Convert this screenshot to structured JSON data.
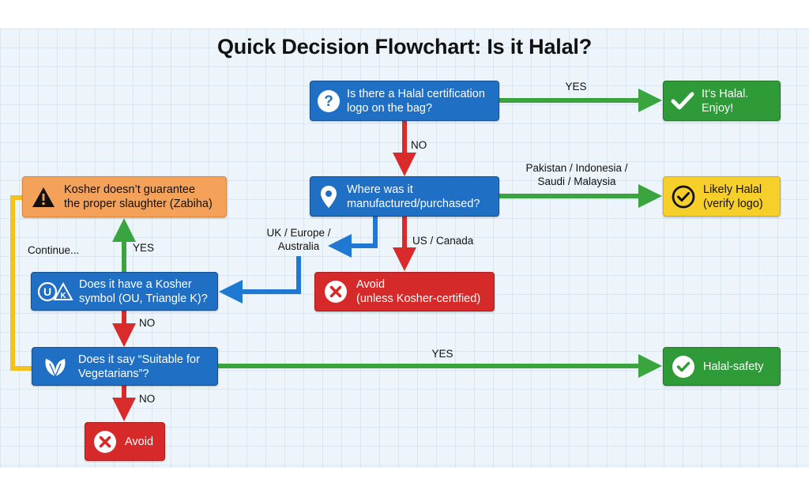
{
  "title": "Quick Decision Flowchart: Is it Halal?",
  "nodes": {
    "q_logo": "Is there a Halal certification\nlogo on the bag?",
    "r_halal": "It’s Halal.\nEnjoy!",
    "q_origin": "Where was it\nmanufactured/purchased?",
    "r_likely": "Likely Halal\n(verify logo)",
    "warn_kosher": "Kosher doesn’t guarantee\nthe proper slaughter (Zabiha)",
    "r_avoid_kosher": "Avoid\n(unless Kosher-certified)",
    "q_kosher": "Does it have a Kosher\nsymbol (OU, Triangle K)?",
    "q_veg": "Does it say “Suitable for\nVegetarians”?",
    "r_safety": "Halal-safety",
    "r_avoid": "Avoid"
  },
  "edge_labels": {
    "logo_yes": "YES",
    "logo_no": "NO",
    "origin_asia": "Pakistan / Indonesia /\nSaudi / Malaysia",
    "origin_uk": "UK / Europe /\nAustralia",
    "origin_us": "US / Canada",
    "kosher_yes": "YES",
    "kosher_no": "NO",
    "continue": "Continue...",
    "veg_yes": "YES",
    "veg_no": "NO"
  },
  "icons": {
    "q_logo": "question-icon",
    "r_halal": "check-icon",
    "q_origin": "location-pin-icon",
    "r_likely": "check-circle-icon",
    "warn_kosher": "warning-icon",
    "r_avoid_kosher": "x-circle-icon",
    "q_kosher": "kosher-symbol-icon",
    "q_veg": "leaf-icon",
    "r_safety": "check-circle-icon",
    "r_avoid": "x-circle-icon"
  },
  "colors": {
    "blue": "#1f6fc4",
    "green": "#2f9a38",
    "red": "#d62a2a",
    "yellow": "#f7cf2b",
    "orange": "#f4a25a",
    "arrow_green": "#3aa43f",
    "arrow_red": "#d92b2b",
    "arrow_blue": "#1f78d1",
    "arrow_yellow": "#f4c21c"
  }
}
